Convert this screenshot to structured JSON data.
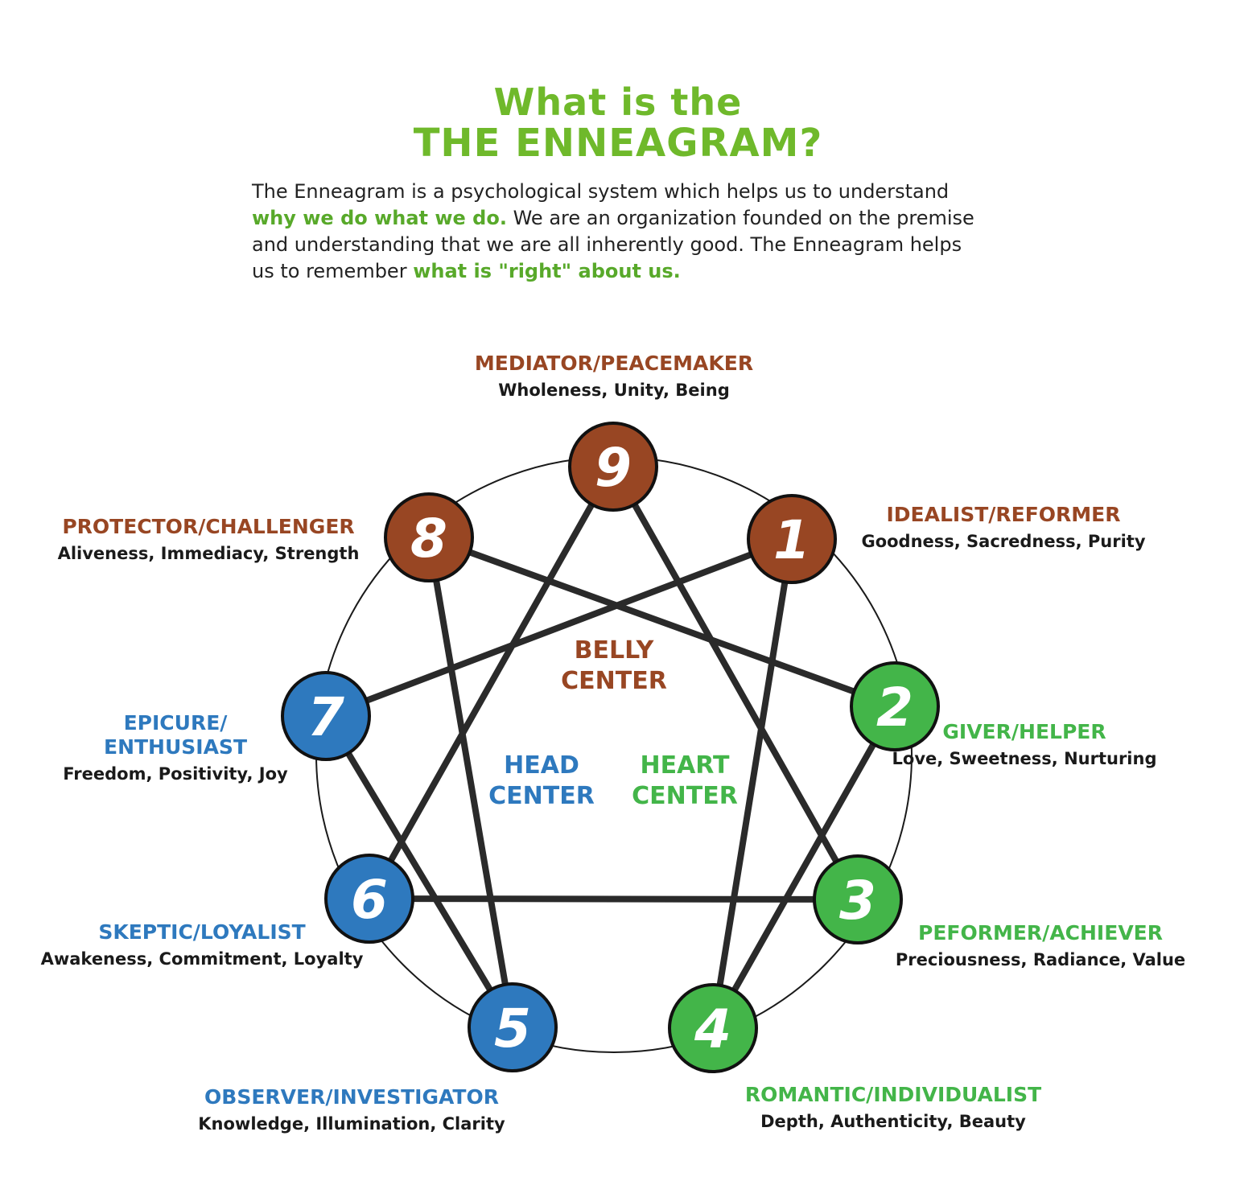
{
  "title": {
    "line1": "What is the",
    "line2": "THE ENNEAGRAM?"
  },
  "intro": {
    "line1": "The Enneagram is a psychological system which helps us to understand",
    "line2_highlight": "why we do what we do.",
    "line2_rest": " We are an organization founded on the premise",
    "line3": "and understanding that we are all inherently good. The Enneagram helps",
    "line4_start": "us to remember ",
    "line4_highlight": "what is \"right\" about us."
  },
  "colors": {
    "belly": "#984623",
    "heart": "#43b549",
    "head": "#2e79be",
    "title": "#6fb92b",
    "lines": "#2a2a2a"
  },
  "centers": {
    "belly": {
      "line1": "BELLY",
      "line2": "CENTER"
    },
    "head": {
      "line1": "HEAD",
      "line2": "CENTER"
    },
    "heart": {
      "line1": "HEART",
      "line2": "CENTER"
    }
  },
  "types": [
    {
      "num": "9",
      "center": "belly",
      "role": "MEDIATOR/PEACEMAKER",
      "values": "Wholeness, Unity, Being"
    },
    {
      "num": "1",
      "center": "belly",
      "role": "IDEALIST/REFORMER",
      "values": "Goodness, Sacredness, Purity"
    },
    {
      "num": "2",
      "center": "heart",
      "role": "GIVER/HELPER",
      "values": "Love, Sweetness, Nurturing"
    },
    {
      "num": "3",
      "center": "heart",
      "role": "PEFORMER/ACHIEVER",
      "values": "Preciousness, Radiance, Value"
    },
    {
      "num": "4",
      "center": "heart",
      "role": "ROMANTIC/INDIVIDUALIST",
      "values": "Depth, Authenticity, Beauty"
    },
    {
      "num": "5",
      "center": "head",
      "role": "OBSERVER/INVESTIGATOR",
      "values": "Knowledge, Illumination, Clarity"
    },
    {
      "num": "6",
      "center": "head",
      "role": "SKEPTIC/LOYALIST",
      "values": "Awakeness, Commitment, Loyalty"
    },
    {
      "num": "7",
      "center": "head",
      "role_line1": "EPICURE/",
      "role_line2": "ENTHUSIAST",
      "values": "Freedom, Positivity, Joy"
    },
    {
      "num": "8",
      "center": "belly",
      "role": "PROTECTOR/CHALLENGER",
      "values": "Aliveness, Immediacy, Strength"
    }
  ]
}
